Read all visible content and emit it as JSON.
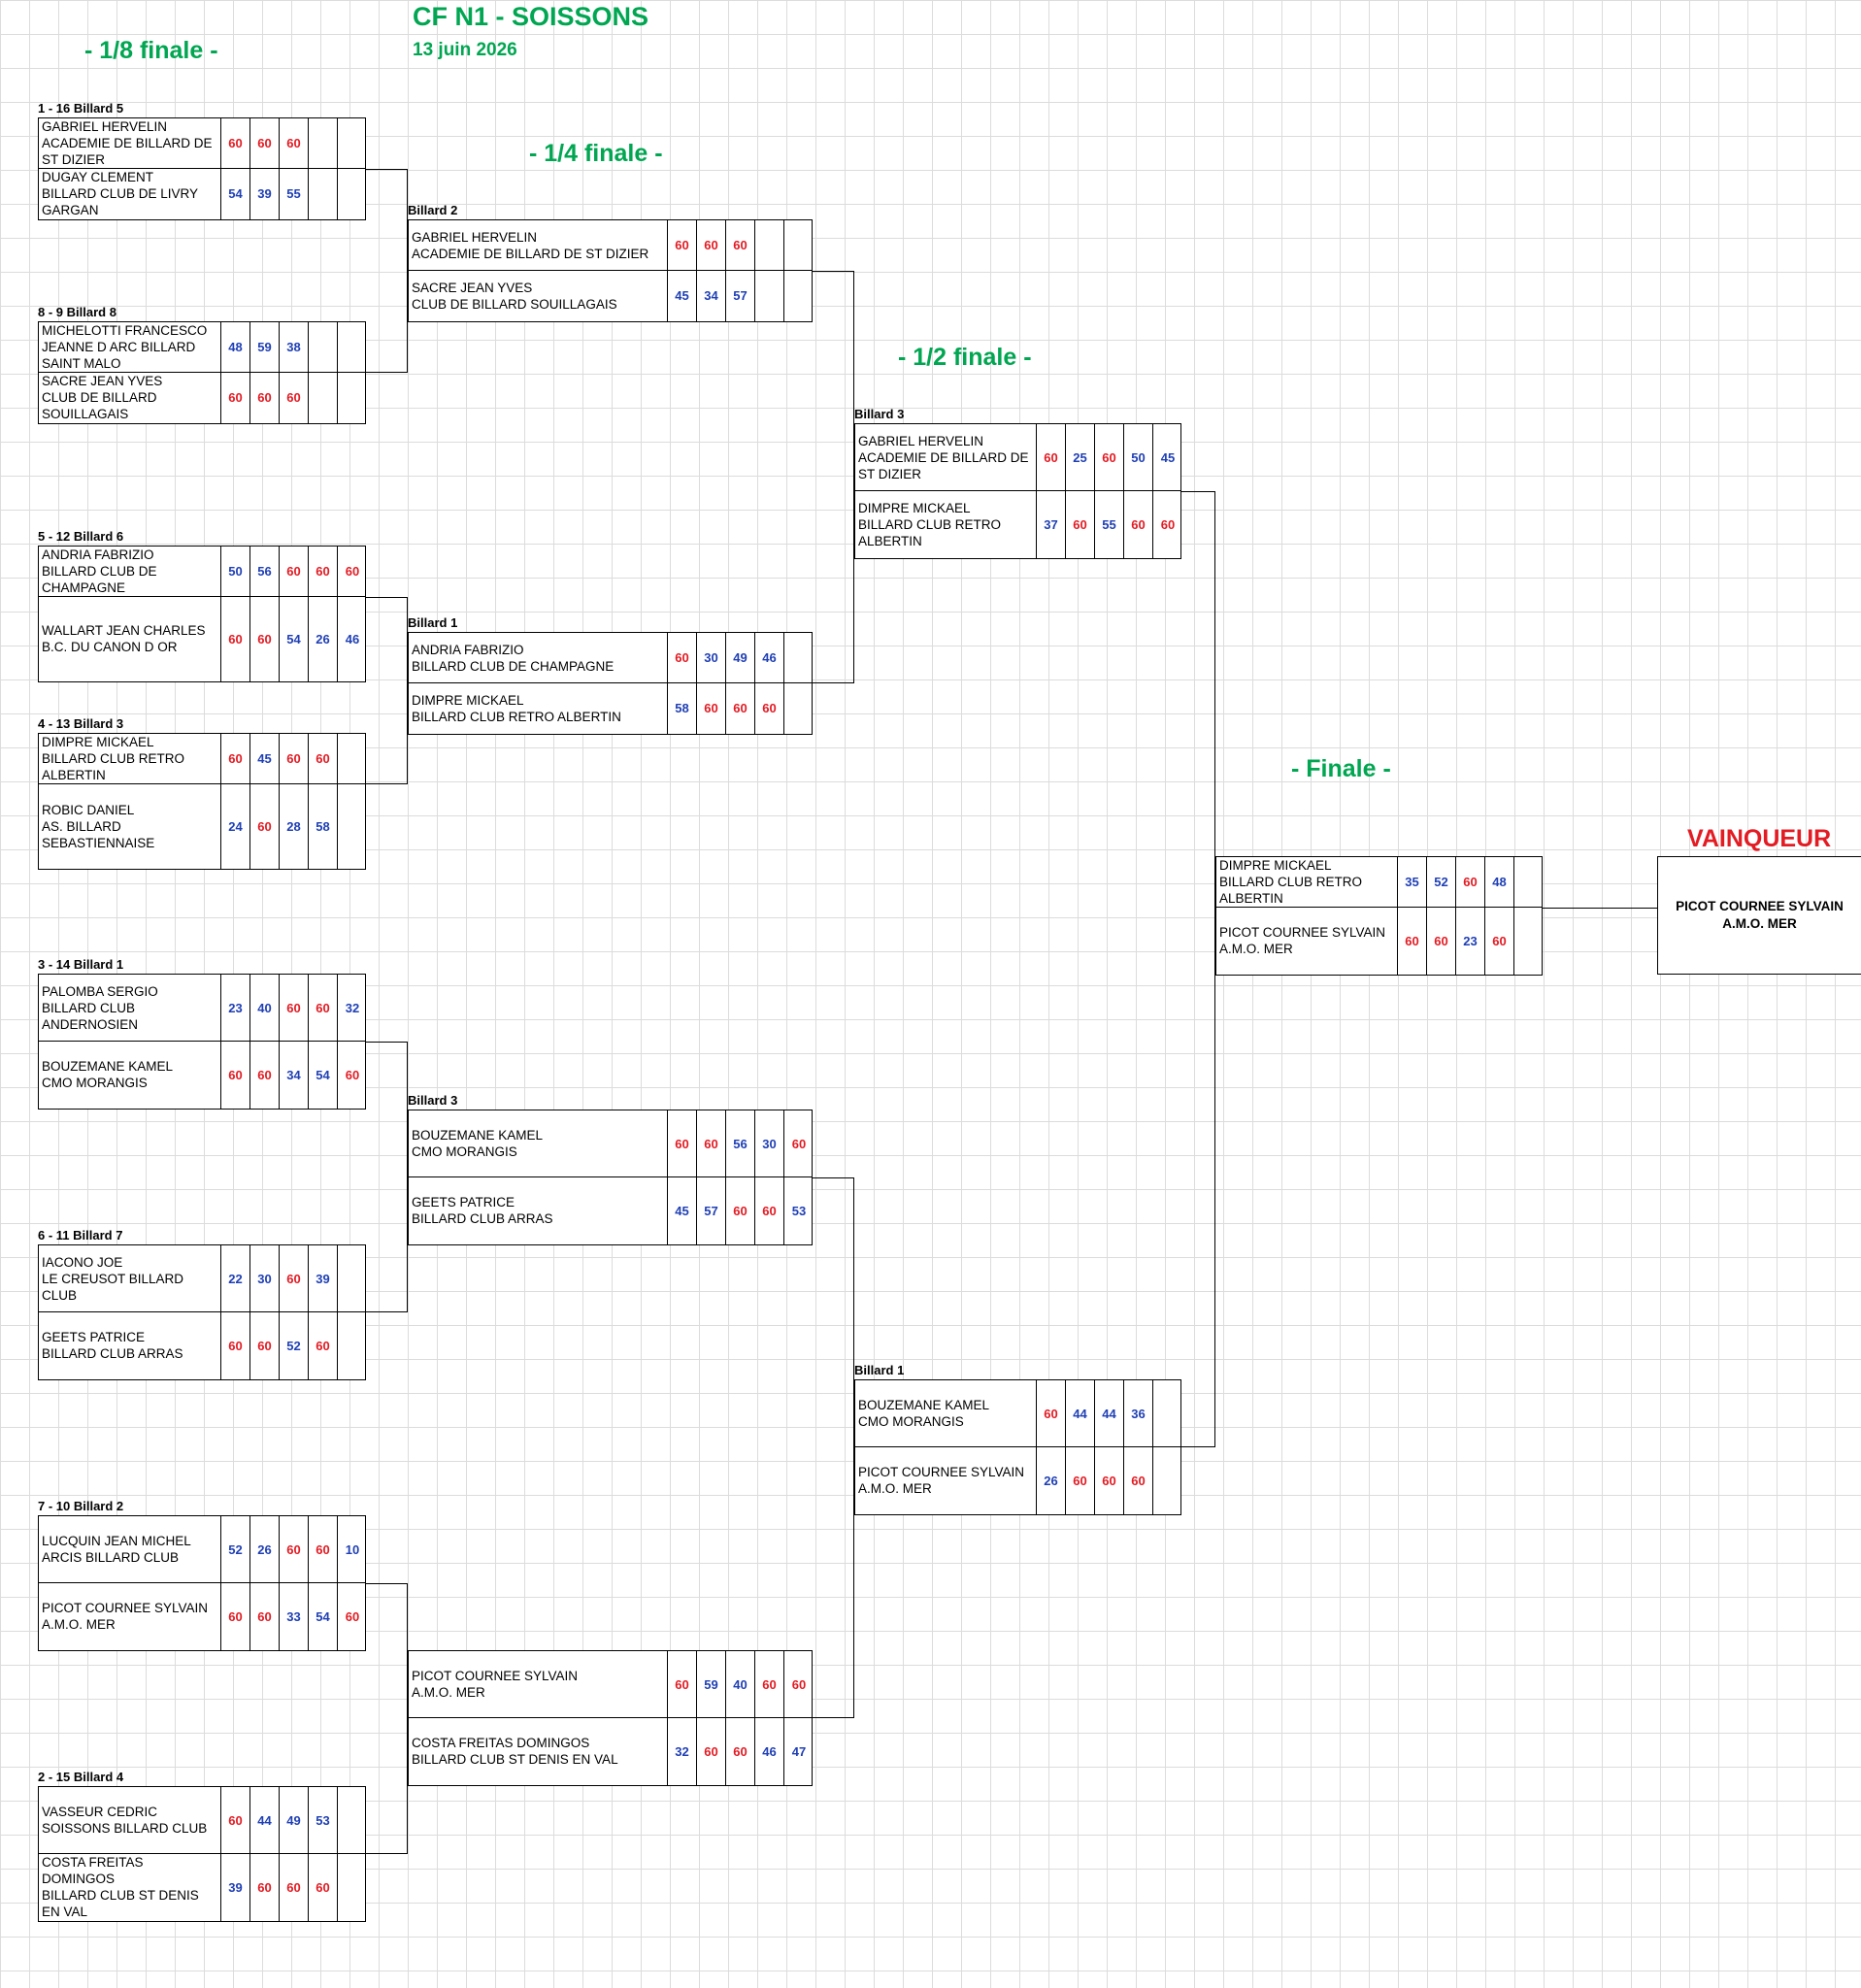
{
  "header": {
    "title": "CF N1 - SOISSONS",
    "date": "13 juin 2026"
  },
  "rounds": {
    "r16": "- 1/8 finale -",
    "qf": "- 1/4 finale -",
    "sf": "- 1/2 finale -",
    "final": "- Finale -",
    "winner": "VAINQUEUR"
  },
  "r16": [
    {
      "label": "1 - 16 Billard 5",
      "players": [
        {
          "lines": [
            "GABRIEL HERVELIN",
            "ACADEMIE DE BILLARD DE",
            "ST DIZIER"
          ],
          "scores": [
            "60",
            "60",
            "60",
            "",
            ""
          ],
          "win": [
            true,
            true,
            true,
            false,
            false
          ]
        },
        {
          "lines": [
            "DUGAY CLEMENT",
            "BILLARD CLUB DE LIVRY",
            "GARGAN"
          ],
          "scores": [
            "54",
            "39",
            "55",
            "",
            ""
          ],
          "win": [
            false,
            false,
            false,
            false,
            false
          ]
        }
      ]
    },
    {
      "label": "8 - 9 Billard 8",
      "players": [
        {
          "lines": [
            "MICHELOTTI FRANCESCO",
            "JEANNE D ARC BILLARD",
            "SAINT MALO"
          ],
          "scores": [
            "48",
            "59",
            "38",
            "",
            ""
          ],
          "win": [
            false,
            false,
            false,
            false,
            false
          ]
        },
        {
          "lines": [
            "SACRE JEAN YVES",
            "CLUB DE BILLARD",
            "SOUILLAGAIS"
          ],
          "scores": [
            "60",
            "60",
            "60",
            "",
            ""
          ],
          "win": [
            true,
            true,
            true,
            false,
            false
          ]
        }
      ]
    },
    {
      "label": "5 - 12 Billard 6",
      "players": [
        {
          "lines": [
            "ANDRIA FABRIZIO",
            "BILLARD CLUB DE",
            "CHAMPAGNE"
          ],
          "scores": [
            "50",
            "56",
            "60",
            "60",
            "60"
          ],
          "win": [
            false,
            false,
            true,
            true,
            true
          ]
        },
        {
          "lines": [
            "WALLART JEAN CHARLES",
            "B.C. DU CANON D OR"
          ],
          "scores": [
            "60",
            "60",
            "54",
            "26",
            "46"
          ],
          "win": [
            true,
            true,
            false,
            false,
            false
          ]
        }
      ]
    },
    {
      "label": "4 - 13 Billard 3",
      "players": [
        {
          "lines": [
            "DIMPRE MICKAEL",
            "BILLARD CLUB RETRO",
            "ALBERTIN"
          ],
          "scores": [
            "60",
            "45",
            "60",
            "60",
            ""
          ],
          "win": [
            true,
            false,
            true,
            true,
            false
          ]
        },
        {
          "lines": [
            "ROBIC DANIEL",
            "AS. BILLARD",
            "SEBASTIENNAISE"
          ],
          "scores": [
            "24",
            "60",
            "28",
            "58",
            ""
          ],
          "win": [
            false,
            true,
            false,
            false,
            false
          ]
        }
      ]
    },
    {
      "label": "3 - 14 Billard 1",
      "players": [
        {
          "lines": [
            "PALOMBA SERGIO",
            "BILLARD CLUB",
            "ANDERNOSIEN"
          ],
          "scores": [
            "23",
            "40",
            "60",
            "60",
            "32"
          ],
          "win": [
            false,
            false,
            true,
            true,
            false
          ]
        },
        {
          "lines": [
            "BOUZEMANE KAMEL",
            "CMO MORANGIS"
          ],
          "scores": [
            "60",
            "60",
            "34",
            "54",
            "60"
          ],
          "win": [
            true,
            true,
            false,
            false,
            true
          ]
        }
      ]
    },
    {
      "label": "6 - 11 Billard 7",
      "players": [
        {
          "lines": [
            "IACONO JOE",
            "LE CREUSOT BILLARD",
            "CLUB"
          ],
          "scores": [
            "22",
            "30",
            "60",
            "39",
            ""
          ],
          "win": [
            false,
            false,
            true,
            false,
            false
          ]
        },
        {
          "lines": [
            "GEETS PATRICE",
            "BILLARD CLUB ARRAS"
          ],
          "scores": [
            "60",
            "60",
            "52",
            "60",
            ""
          ],
          "win": [
            true,
            true,
            false,
            true,
            false
          ]
        }
      ]
    },
    {
      "label": "7 - 10 Billard 2",
      "players": [
        {
          "lines": [
            "LUCQUIN JEAN MICHEL",
            "ARCIS BILLARD CLUB"
          ],
          "scores": [
            "52",
            "26",
            "60",
            "60",
            "10"
          ],
          "win": [
            false,
            false,
            true,
            true,
            false
          ]
        },
        {
          "lines": [
            "PICOT COURNEE SYLVAIN",
            "A.M.O. MER"
          ],
          "scores": [
            "60",
            "60",
            "33",
            "54",
            "60"
          ],
          "win": [
            true,
            true,
            false,
            false,
            true
          ]
        }
      ]
    },
    {
      "label": "2 - 15 Billard 4",
      "players": [
        {
          "lines": [
            "VASSEUR CEDRIC",
            "SOISSONS BILLARD CLUB"
          ],
          "scores": [
            "60",
            "44",
            "49",
            "53",
            ""
          ],
          "win": [
            true,
            false,
            false,
            false,
            false
          ]
        },
        {
          "lines": [
            "COSTA FREITAS",
            "DOMINGOS",
            "BILLARD CLUB ST DENIS",
            "EN VAL"
          ],
          "scores": [
            "39",
            "60",
            "60",
            "60",
            ""
          ],
          "win": [
            false,
            true,
            true,
            true,
            false
          ]
        }
      ]
    }
  ],
  "qf": [
    {
      "label": "Billard 2",
      "players": [
        {
          "lines": [
            "GABRIEL HERVELIN",
            "ACADEMIE DE BILLARD DE ST DIZIER"
          ],
          "scores": [
            "60",
            "60",
            "60",
            "",
            ""
          ],
          "win": [
            true,
            true,
            true,
            false,
            false
          ]
        },
        {
          "lines": [
            "SACRE JEAN YVES",
            "CLUB DE BILLARD SOUILLAGAIS"
          ],
          "scores": [
            "45",
            "34",
            "57",
            "",
            ""
          ],
          "win": [
            false,
            false,
            false,
            false,
            false
          ]
        }
      ]
    },
    {
      "label": "Billard 1",
      "players": [
        {
          "lines": [
            "ANDRIA FABRIZIO",
            "BILLARD CLUB DE CHAMPAGNE"
          ],
          "scores": [
            "60",
            "30",
            "49",
            "46",
            ""
          ],
          "win": [
            true,
            false,
            false,
            false,
            false
          ]
        },
        {
          "lines": [
            "DIMPRE MICKAEL",
            "BILLARD CLUB RETRO ALBERTIN"
          ],
          "scores": [
            "58",
            "60",
            "60",
            "60",
            ""
          ],
          "win": [
            false,
            true,
            true,
            true,
            false
          ]
        }
      ]
    },
    {
      "label": "Billard 3",
      "players": [
        {
          "lines": [
            "BOUZEMANE KAMEL",
            "CMO MORANGIS"
          ],
          "scores": [
            "60",
            "60",
            "56",
            "30",
            "60"
          ],
          "win": [
            true,
            true,
            false,
            false,
            true
          ]
        },
        {
          "lines": [
            "GEETS PATRICE",
            "BILLARD CLUB ARRAS"
          ],
          "scores": [
            "45",
            "57",
            "60",
            "60",
            "53"
          ],
          "win": [
            false,
            false,
            true,
            true,
            false
          ]
        }
      ]
    },
    {
      "label": "",
      "players": [
        {
          "lines": [
            "PICOT COURNEE SYLVAIN",
            "A.M.O. MER"
          ],
          "scores": [
            "60",
            "59",
            "40",
            "60",
            "60"
          ],
          "win": [
            true,
            false,
            false,
            true,
            true
          ]
        },
        {
          "lines": [
            "COSTA FREITAS DOMINGOS",
            "BILLARD CLUB ST DENIS EN VAL"
          ],
          "scores": [
            "32",
            "60",
            "60",
            "46",
            "47"
          ],
          "win": [
            false,
            true,
            true,
            false,
            false
          ]
        }
      ]
    }
  ],
  "sf": [
    {
      "label": "Billard 3",
      "players": [
        {
          "lines": [
            "GABRIEL HERVELIN",
            "ACADEMIE DE BILLARD DE",
            "ST DIZIER"
          ],
          "scores": [
            "60",
            "25",
            "60",
            "50",
            "45"
          ],
          "win": [
            true,
            false,
            true,
            false,
            false
          ]
        },
        {
          "lines": [
            "DIMPRE MICKAEL",
            "BILLARD CLUB RETRO",
            "ALBERTIN"
          ],
          "scores": [
            "37",
            "60",
            "55",
            "60",
            "60"
          ],
          "win": [
            false,
            true,
            false,
            true,
            true
          ]
        }
      ]
    },
    {
      "label": "Billard 1",
      "players": [
        {
          "lines": [
            "BOUZEMANE KAMEL",
            "CMO MORANGIS"
          ],
          "scores": [
            "60",
            "44",
            "44",
            "36",
            ""
          ],
          "win": [
            true,
            false,
            false,
            false,
            false
          ]
        },
        {
          "lines": [
            "PICOT COURNEE SYLVAIN",
            "A.M.O. MER"
          ],
          "scores": [
            "26",
            "60",
            "60",
            "60",
            ""
          ],
          "win": [
            false,
            true,
            true,
            true,
            false
          ]
        }
      ]
    }
  ],
  "final": {
    "label": "",
    "players": [
      {
        "lines": [
          "DIMPRE MICKAEL",
          "BILLARD CLUB RETRO",
          "ALBERTIN"
        ],
        "scores": [
          "35",
          "52",
          "60",
          "48",
          ""
        ],
        "win": [
          false,
          false,
          true,
          false,
          false
        ]
      },
      {
        "lines": [
          "PICOT COURNEE SYLVAIN",
          "A.M.O. MER"
        ],
        "scores": [
          "60",
          "60",
          "23",
          "60",
          ""
        ],
        "win": [
          true,
          true,
          false,
          true,
          false
        ]
      }
    ]
  },
  "winner": {
    "name": "PICOT COURNEE SYLVAIN",
    "club": "A.M.O. MER"
  }
}
